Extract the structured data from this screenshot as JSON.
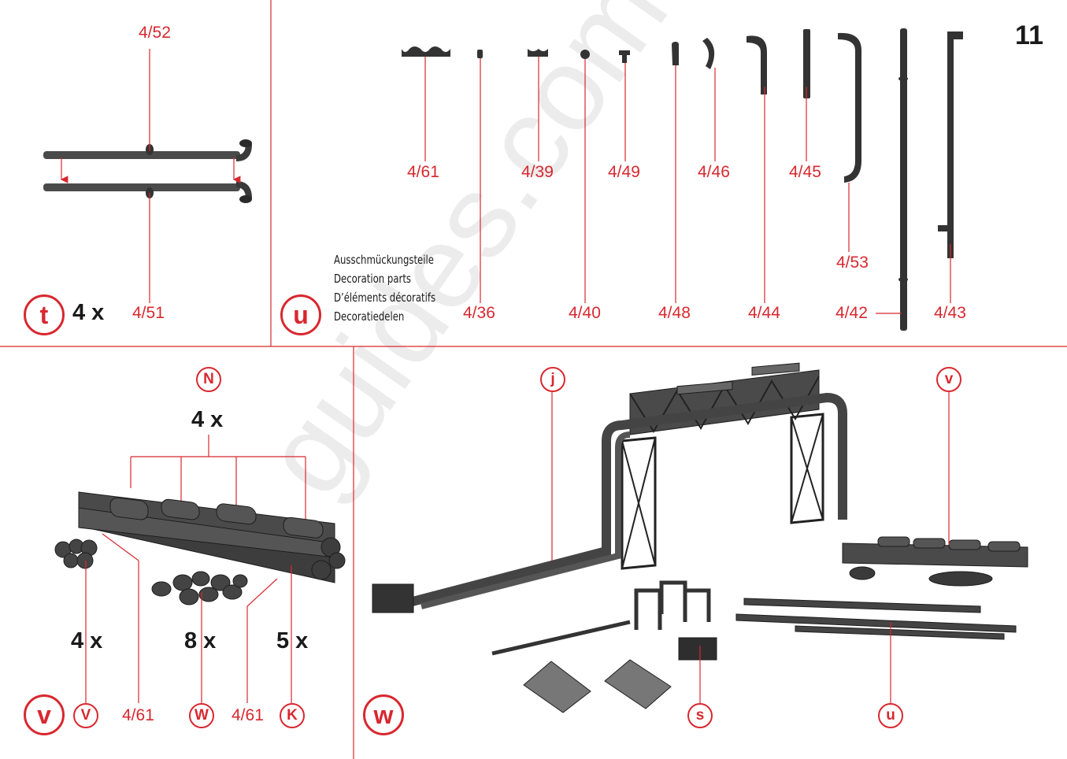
{
  "page_number": "11",
  "watermark": "guides.com",
  "section_t": {
    "letter": "t",
    "quantity": "4 x",
    "labels": {
      "top": "4/52",
      "bottom": "4/51"
    }
  },
  "section_u": {
    "letter": "u",
    "caption": [
      "Ausschmückungsteile",
      "Decoration parts",
      "D’éléments décoratifs",
      "Decoratiedelen"
    ],
    "labels_upper": [
      "4/61",
      "4/39",
      "4/49",
      "4/46",
      "4/45",
      "4/53"
    ],
    "labels_lower": [
      "4/36",
      "4/40",
      "4/48",
      "4/44",
      "4/42",
      "4/43"
    ]
  },
  "section_v": {
    "letter": "v",
    "top_badge": "N",
    "top_quantity": "4 x",
    "quantities": [
      "4 x",
      "8 x",
      "5 x"
    ],
    "bottom_badges": [
      "V",
      "W",
      "K"
    ],
    "bottom_labels": [
      "4/61",
      "4/61"
    ]
  },
  "section_w": {
    "letter": "w",
    "badges": {
      "j": "j",
      "v": "v",
      "s": "s",
      "u": "u"
    }
  }
}
